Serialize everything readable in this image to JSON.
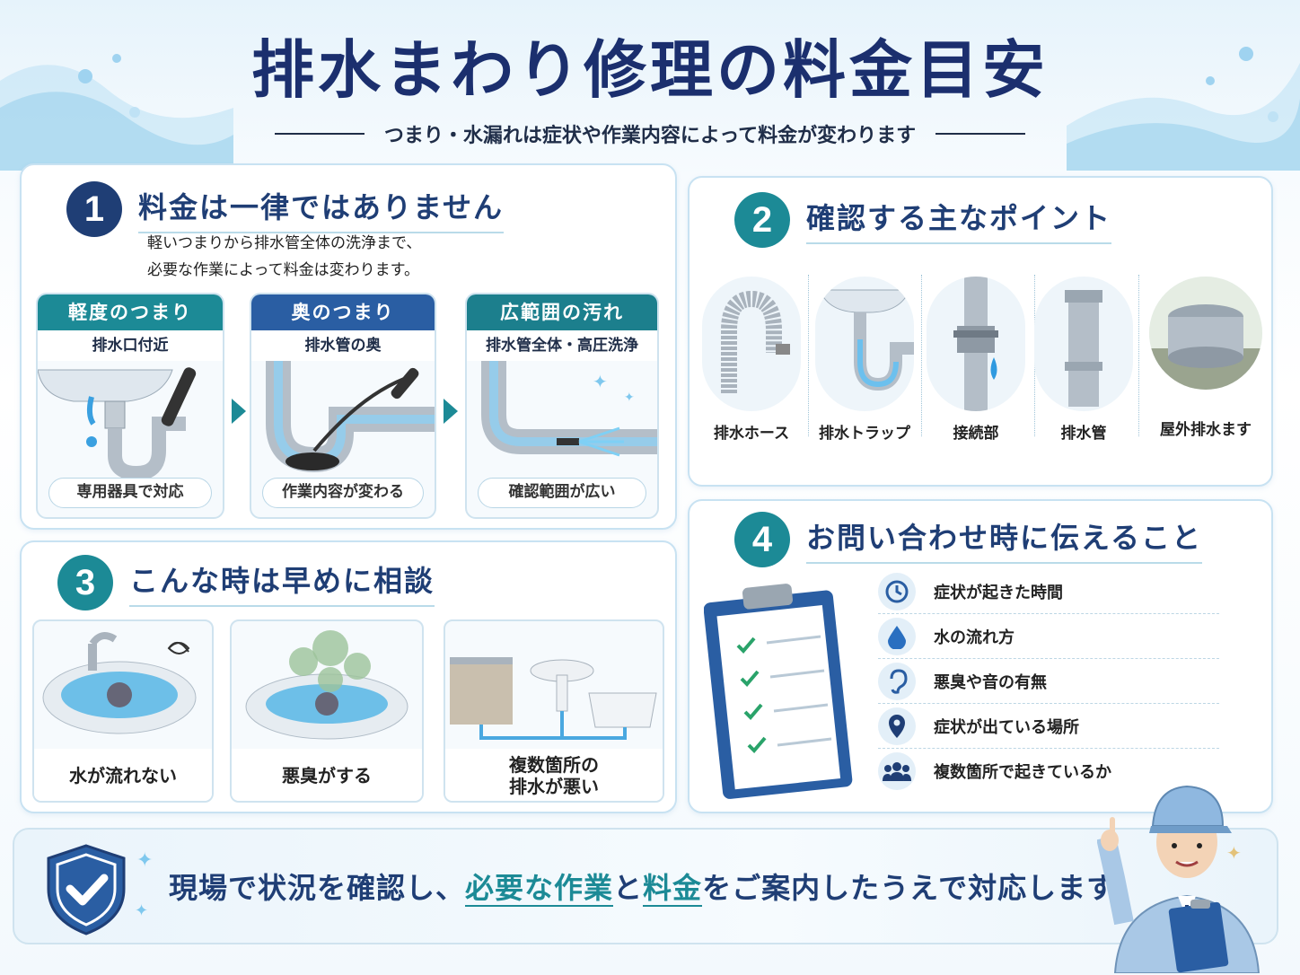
{
  "title": "排水まわり修理の料金目安",
  "subtitle": "つまり・水漏れは症状や作業内容によって料金が変わります",
  "section1": {
    "number": "1",
    "title": "料金は一律ではありません",
    "desc_line1": "軽いつまりから排水管全体の洗浄まで、",
    "desc_line2": "必要な作業によって料金は変わります。",
    "cards": [
      {
        "header": "軽度のつまり",
        "sub": "排水口付近",
        "note": "専用器具で対応",
        "color": "#1c8a96"
      },
      {
        "header": "奥のつまり",
        "sub": "排水管の奥",
        "note": "作業内容が変わる",
        "color": "#2a5ea3"
      },
      {
        "header": "広範囲の汚れ",
        "sub": "排水管全体・高圧洗浄",
        "note": "確認範囲が広い",
        "color": "#1c7f8d"
      }
    ]
  },
  "section2": {
    "number": "2",
    "title": "確認する主なポイント",
    "items": [
      "排水ホース",
      "排水トラップ",
      "接続部",
      "排水管",
      "屋外排水ます"
    ]
  },
  "section3": {
    "number": "3",
    "title": "こんな時は早めに相談",
    "items": [
      {
        "line1": "水が流れない",
        "line2": ""
      },
      {
        "line1": "悪臭がする",
        "line2": ""
      },
      {
        "line1": "複数箇所の",
        "line2": "排水が悪い"
      }
    ]
  },
  "section4": {
    "number": "4",
    "title": "お問い合わせ時に伝えること",
    "items": [
      {
        "icon": "clock-icon",
        "text": "症状が起きた時間"
      },
      {
        "icon": "water-drop-icon",
        "text": "水の流れ方"
      },
      {
        "icon": "ear-icon",
        "text": "悪臭や音の有無"
      },
      {
        "icon": "location-pin-icon",
        "text": "症状が出ている場所"
      },
      {
        "icon": "people-icon",
        "text": "複数箇所で起きているか"
      }
    ]
  },
  "banner": {
    "part1": "現場で状況を確認し、",
    "part2": "必要な作業",
    "part3": "と",
    "part4": "料金",
    "part5": "をご案内したうえで対応します。"
  },
  "colors": {
    "navy": "#1f3e75",
    "teal": "#1c8a96",
    "border": "#c8e2f2"
  }
}
